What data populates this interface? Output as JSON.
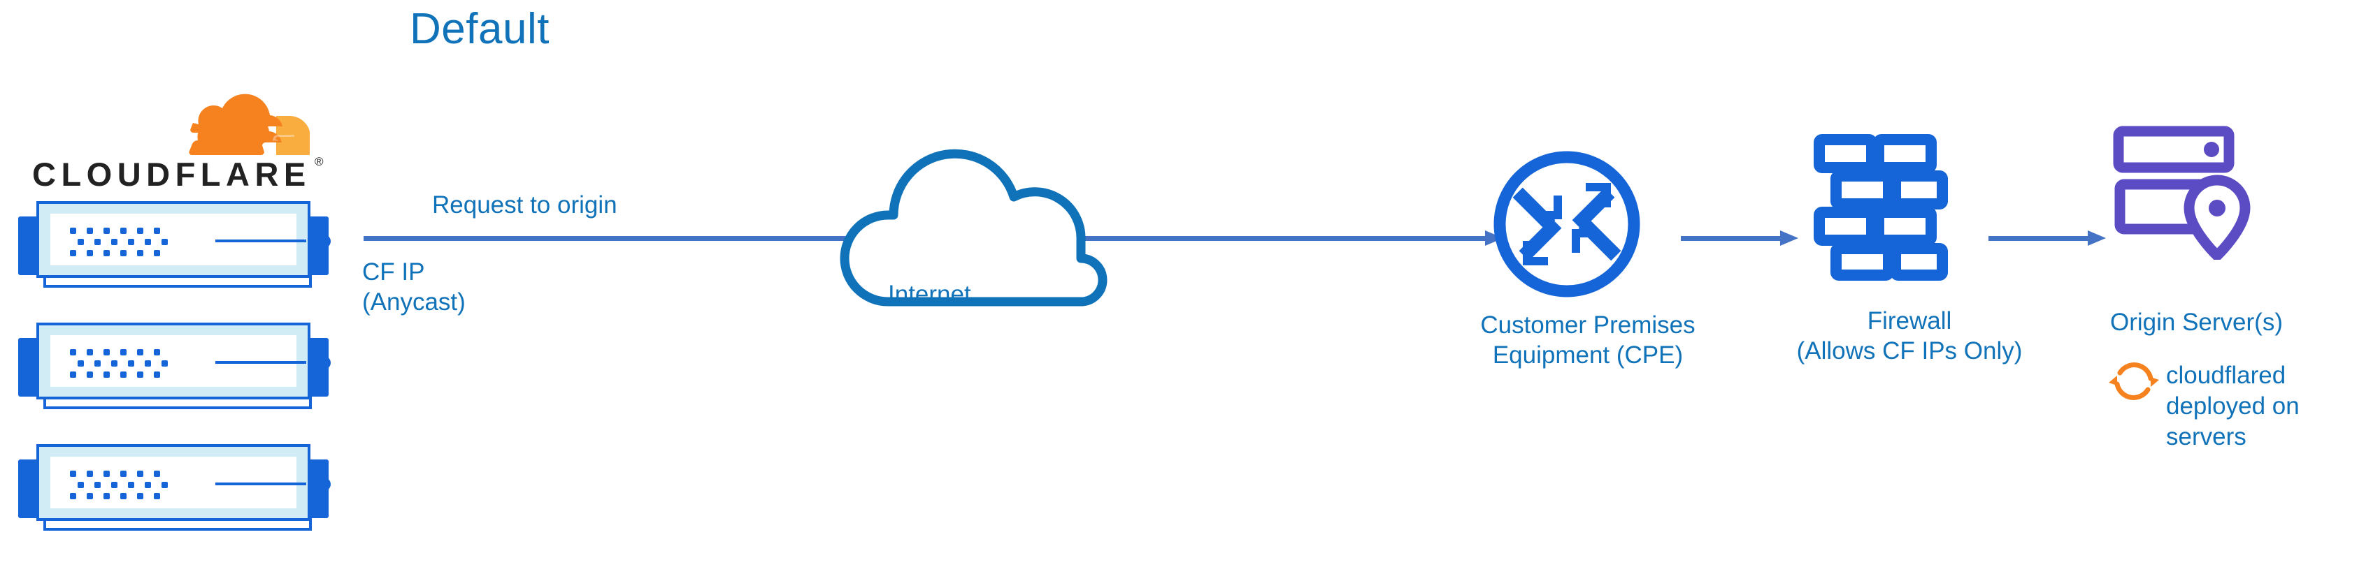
{
  "title": "Default",
  "colors": {
    "title_blue": "#1072b8",
    "label_blue": "#1072b8",
    "arrow_blue": "#4472c4",
    "icon_blue": "#1565d8",
    "cloud_outline_blue": "#1072b8",
    "origin_purple": "#5b4cc4",
    "cloudflare_orange": "#f6821f",
    "cloudflare_orange_light": "#faad3f",
    "wordmark_dark": "#222222",
    "server_panel": "#d2ecf5"
  },
  "logo": {
    "name": "cloudflare-logo",
    "wordmark": "CLOUDFLARE",
    "registered_mark": "®",
    "mark_icon": "cloudflare-cloud-icon"
  },
  "edge_servers": {
    "name": "cloudflare-edge-server-stack",
    "count": 3,
    "icon": "server-rack-icon"
  },
  "labels": {
    "request_to_origin": "Request to origin",
    "cf_ip": "CF IP\n(Anycast)",
    "internet": "Internet",
    "cpe": "Customer Premises\nEquipment (CPE)",
    "firewall": "Firewall\n(Allows CF IPs Only)",
    "origin_server": "Origin Server(s)",
    "cloudflared": "cloudflared\ndeployed on\nservers"
  },
  "icons": {
    "internet": "cloud-outline-icon",
    "cpe": "router-circle-arrows-icon",
    "firewall": "brick-wall-icon",
    "origin": "server-stack-location-pin-icon",
    "cloudflared": "circular-sync-arrows-icon"
  },
  "flow": {
    "name": "request-flow",
    "arrows": [
      {
        "name": "arrow-edge-to-cpe",
        "from": "cloudflare-edge",
        "to": "customer-premises-equipment"
      },
      {
        "name": "arrow-cpe-to-firewall",
        "from": "customer-premises-equipment",
        "to": "firewall"
      },
      {
        "name": "arrow-firewall-to-origin",
        "from": "firewall",
        "to": "origin-server"
      }
    ]
  }
}
